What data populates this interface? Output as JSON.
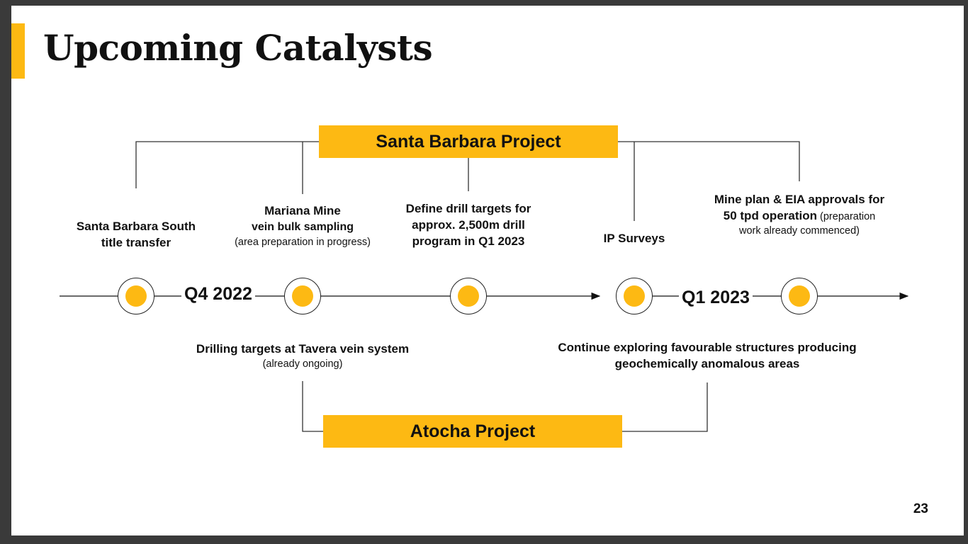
{
  "title": "Upcoming Catalysts",
  "projects": {
    "santa_barbara": "Santa Barbara Project",
    "atocha": "Atocha Project"
  },
  "quarters": {
    "q4": "Q4 2022",
    "q1": "Q1 2023"
  },
  "santa_barbara_items": {
    "title_transfer": {
      "line1": "Santa Barbara South",
      "line2": "title transfer"
    },
    "mariana": {
      "line1": "Mariana Mine",
      "line2": "vein bulk sampling",
      "note": "(area preparation in progress)"
    },
    "drill_targets": {
      "line1": "Define drill targets for",
      "line2": "approx. 2,500m drill",
      "line3": "program in Q1 2023"
    },
    "ip_surveys": {
      "line1": "IP Surveys"
    },
    "mine_plan": {
      "line1": "Mine plan & EIA approvals for",
      "line2_bold": "50 tpd operation",
      "line2_note": " (preparation",
      "line3_note": "work already commenced)"
    }
  },
  "atocha_items": {
    "tavera": {
      "line1": "Drilling targets at Tavera vein system",
      "note": "(already ongoing)"
    },
    "exploring": {
      "line1": "Continue exploring favourable structures producing",
      "line2": "geochemically anomalous areas"
    }
  },
  "colors": {
    "accent": "#fdb913",
    "text": "#111111",
    "frame": "#3a3a3a"
  },
  "page_number": "23"
}
